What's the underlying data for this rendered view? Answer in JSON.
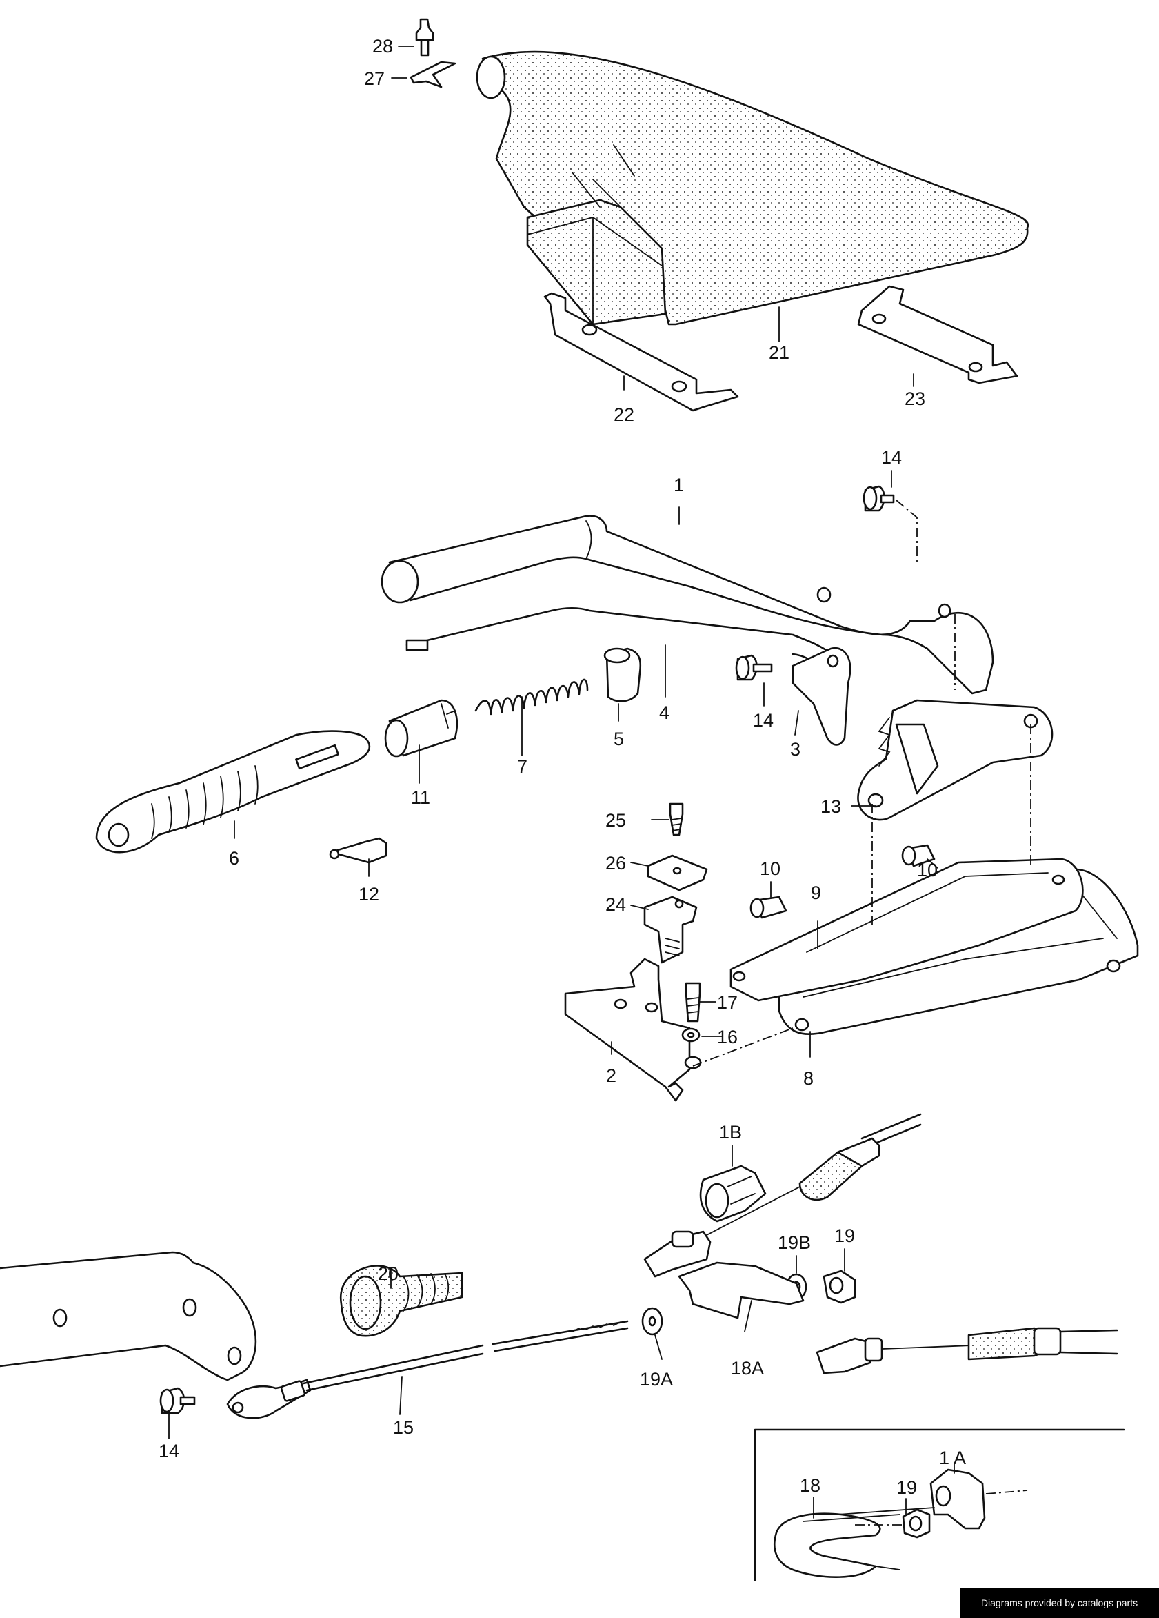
{
  "labels": {
    "p28": "28",
    "p27": "27",
    "p21": "21",
    "p22": "22",
    "p23": "23",
    "p14a": "14",
    "p1": "1",
    "p4": "4",
    "p5": "5",
    "p7": "7",
    "p11": "11",
    "p14b": "14",
    "p3": "3",
    "p13": "13",
    "p6": "6",
    "p12": "12",
    "p25": "25",
    "p26": "26",
    "p24": "24",
    "p10a": "10",
    "p10b": "10",
    "p9": "9",
    "p17": "17",
    "p16": "16",
    "p2": "2",
    "p8": "8",
    "p1B": "1B",
    "p19B": "19B",
    "p19a": "19",
    "p20": "20",
    "p19A": "19A",
    "p18A": "18A",
    "p14c": "14",
    "p15": "15",
    "p1A": "1 A",
    "p18": "18",
    "p19b": "19"
  },
  "credit": "Diagrams provided by catalogs parts"
}
